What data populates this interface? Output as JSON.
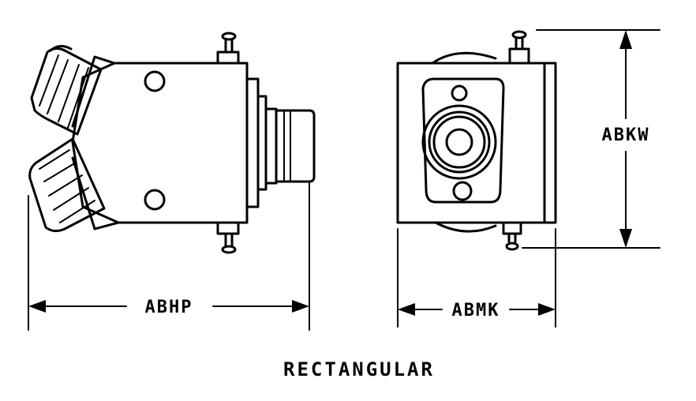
{
  "labels": {
    "left_width": "ABHP",
    "right_width": "ABMK",
    "right_height": "ABKW",
    "caption": "RECTANGULAR"
  }
}
